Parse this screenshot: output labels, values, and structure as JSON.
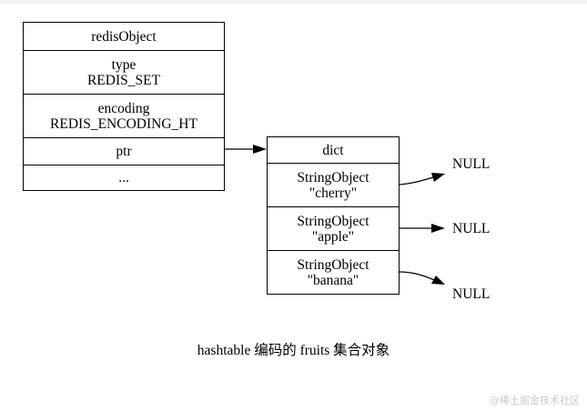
{
  "redis_object": {
    "title": "redisObject",
    "type_label": "type",
    "type_value": "REDIS_SET",
    "encoding_label": "encoding",
    "encoding_value": "REDIS_ENCODING_HT",
    "ptr_label": "ptr",
    "more_label": "..."
  },
  "dict": {
    "title": "dict",
    "entries": [
      {
        "type": "StringObject",
        "value": "\"cherry\""
      },
      {
        "type": "StringObject",
        "value": "\"apple\""
      },
      {
        "type": "StringObject",
        "value": "\"banana\""
      }
    ]
  },
  "null_labels": [
    "NULL",
    "NULL",
    "NULL"
  ],
  "caption": "hashtable 编码的 fruits 集合对象",
  "watermark": "@稀土掘金技术社区"
}
